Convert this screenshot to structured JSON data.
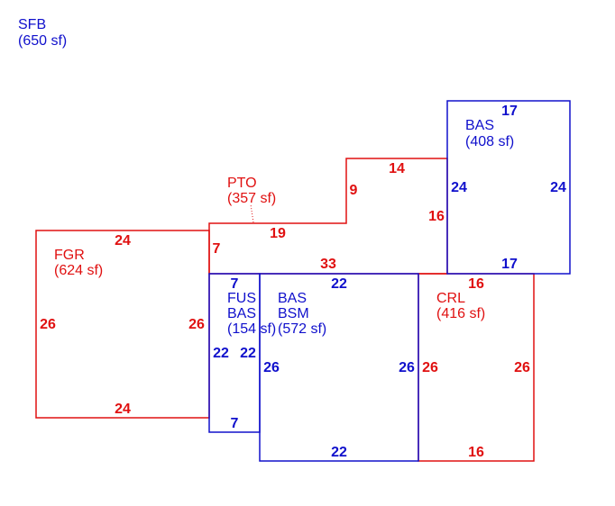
{
  "colors": {
    "red": "#e01010",
    "blue": "#1010cc"
  },
  "header": {
    "code": "SFB",
    "area": "(650 sf)"
  },
  "areas": {
    "bas_top": {
      "code": "BAS",
      "area": "(408 sf)"
    },
    "pto": {
      "code": "PTO",
      "area": "(357 sf)"
    },
    "fgr": {
      "code": "FGR",
      "area": "(624 sf)"
    },
    "fus": {
      "code": "FUS",
      "sub": "BAS",
      "area": "(154 sf)"
    },
    "bsm": {
      "code": "BAS",
      "sub": "BSM",
      "area": "(572 sf)"
    },
    "crl": {
      "code": "CRL",
      "area": "(416 sf)"
    }
  },
  "dims": {
    "bas_top_n": "17",
    "bas_top_w": "24",
    "bas_top_e": "24",
    "bas_top_s": "17",
    "pto_upper_n": "14",
    "pto_step": "9",
    "pto_right": "16",
    "pto_mid": "19",
    "pto_left": "7",
    "pto_s": "33",
    "fgr_n": "24",
    "fgr_w": "26",
    "fgr_e": "26",
    "fgr_s": "24",
    "fus_n": "7",
    "fus_w": "22",
    "fus_e": "22",
    "fus_s": "7",
    "bsm_n": "22",
    "bsm_w": "26",
    "bsm_e": "26",
    "bsm_s": "22",
    "crl_n": "16",
    "crl_w": "26",
    "crl_e": "26",
    "crl_s": "16"
  }
}
